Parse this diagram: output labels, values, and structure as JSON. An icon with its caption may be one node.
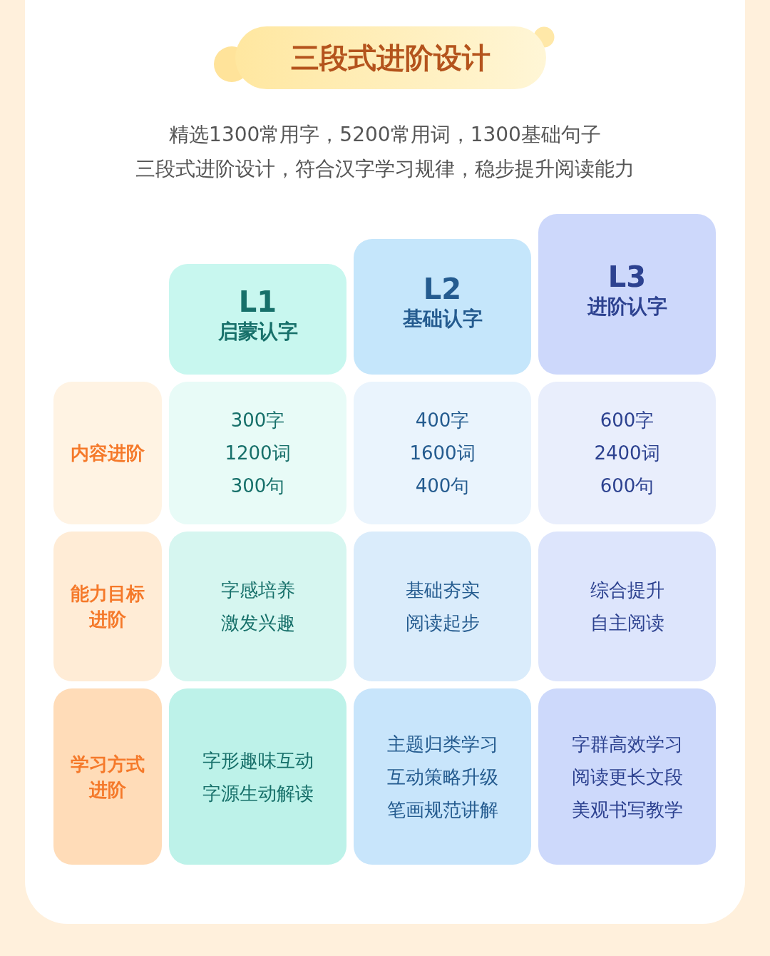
{
  "diagram": {
    "title": "三段式进阶设计",
    "nodes": [
      {
        "text": [
          "L1",
          "启蒙认字"
        ]
      },
      {
        "text": [
          "L2",
          "基础认字"
        ]
      },
      {
        "text": [
          "L3",
          "进阶认字"
        ]
      },
      {
        "text": [
          "内容进阶"
        ]
      },
      {
        "text": [
          "300字",
          "1200词",
          "300句"
        ]
      },
      {
        "text": [
          "400字",
          "1600词",
          "400句"
        ]
      },
      {
        "text": [
          "600字",
          "2400词",
          "600句"
        ]
      },
      {
        "text": [
          "能力目标进阶"
        ]
      },
      {
        "text": [
          "字感培养",
          "激发兴趣"
        ]
      },
      {
        "text": [
          "基础夯实",
          "阅读起步"
        ]
      },
      {
        "text": [
          "综合提升",
          "自主阅读"
        ]
      },
      {
        "text": [
          "学习方式进阶"
        ]
      },
      {
        "text": [
          "字形趣味互动",
          "字源生动解读"
        ]
      },
      {
        "text": [
          "主题归类学习",
          "互动策略升级",
          "笔画规范讲解"
        ]
      },
      {
        "text": [
          "字群高效学习",
          "阅读更长文段",
          "美观书写教学"
        ]
      }
    ],
    "labels": [
      "精选1300常用字，5200常用词，1300基础句子",
      "三段式进阶设计，符合汉字学习规律，稳步提升阅读能力"
    ]
  }
}
